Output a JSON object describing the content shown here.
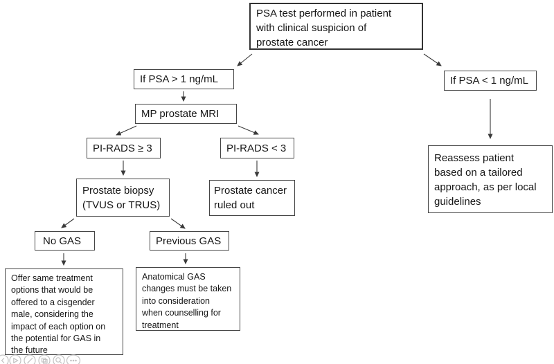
{
  "flowchart": {
    "nodes": {
      "psa_test": "PSA test performed in patient\nwith clinical suspicion of\nprostate cancer",
      "psa_high": "If PSA > 1 ng/mL",
      "psa_low": "If PSA < 1 ng/mL",
      "mri": "MP prostate MRI",
      "pirads_high": "PI-RADS ≥ 3",
      "pirads_low": "PI-RADS < 3",
      "biopsy": "Prostate biopsy\n(TVUS or TRUS)",
      "ruled_out": "Prostate cancer\nruled out",
      "no_gas": "No GAS",
      "previous_gas": "Previous GAS",
      "offer_treatment": "Offer same treatment\noptions that would be\noffered to a cisgender\nmale, considering the\nimpact of each option on\nthe potential for GAS in\nthe future",
      "anatomical_gas": "Anatomical GAS\nchanges must be taken\ninto consideration\nwhen counselling for\ntreatment",
      "reassess": "Reassess patient\nbased on a tailored\napproach, as per local\nguidelines"
    },
    "colors": {
      "background": "#ffffff",
      "box_border": "#454545",
      "text": "#161616",
      "arrow": "#3a3a3a",
      "toolbar_icon": "#c2c2c2"
    },
    "toolbar_icons": [
      "previous",
      "play",
      "edit",
      "copy",
      "zoom",
      "more"
    ]
  }
}
